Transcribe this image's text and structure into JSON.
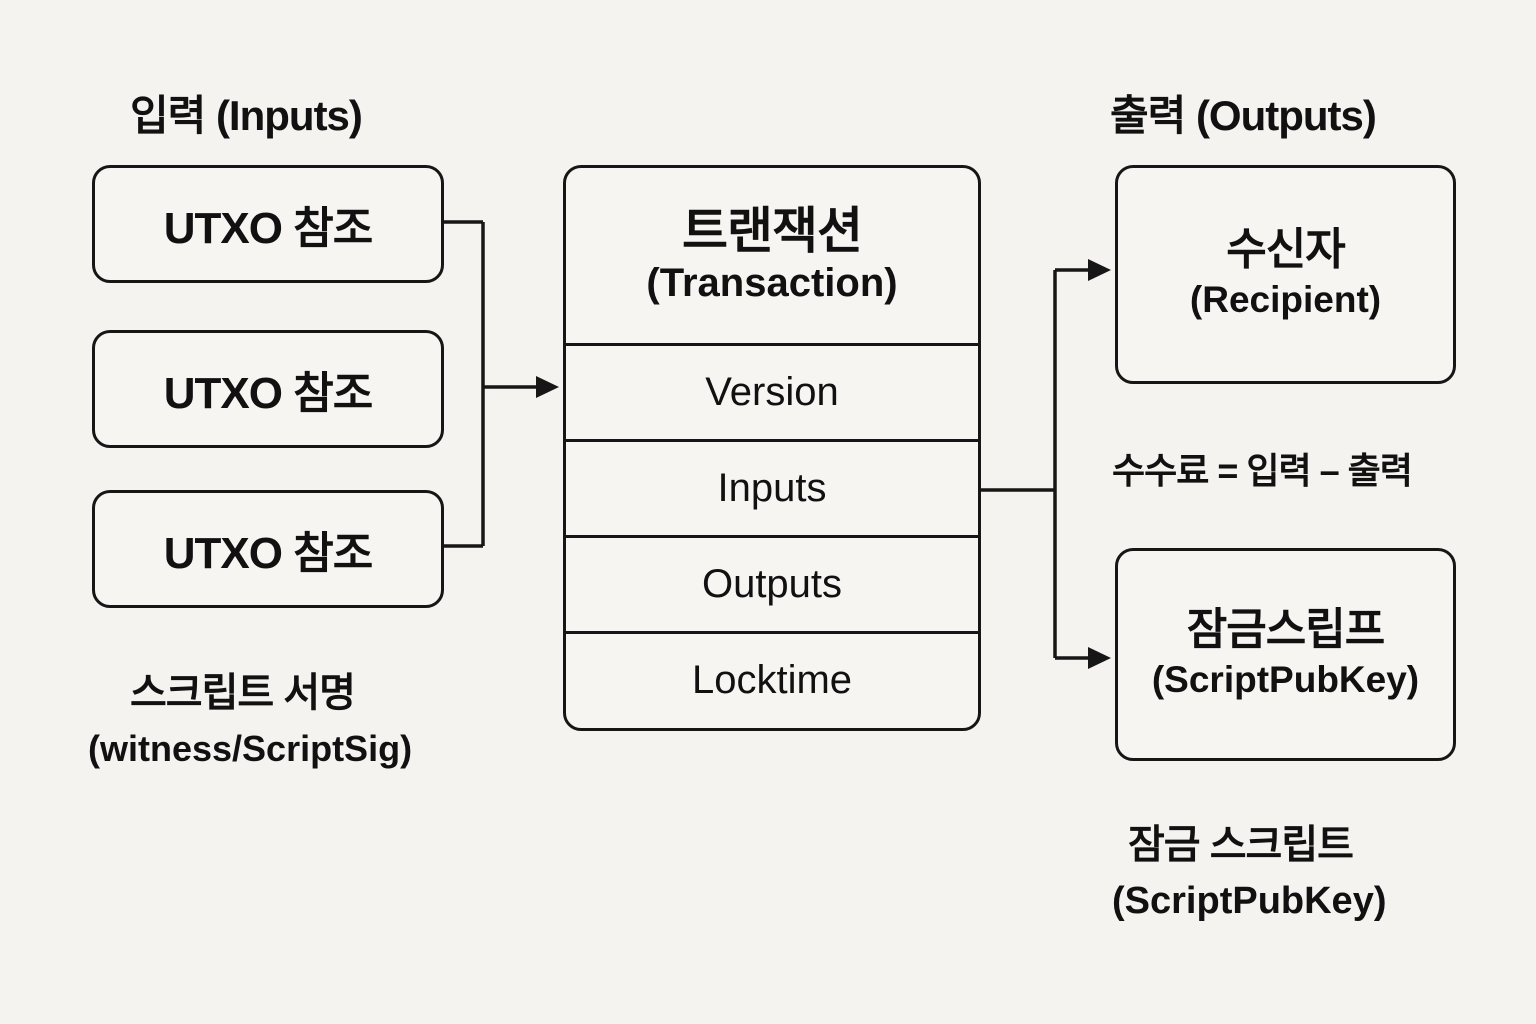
{
  "headings": {
    "inputs": "입력 (Inputs)",
    "outputs": "출력 (Outputs)"
  },
  "input_boxes": [
    {
      "label": "UTXO 참조"
    },
    {
      "label": "UTXO 참조"
    },
    {
      "label": "UTXO 참조"
    }
  ],
  "input_caption": {
    "line1": "스크립트 서명",
    "line2": "(witness/ScriptSig)"
  },
  "transaction_box": {
    "title_ko": "트랜잭션",
    "title_en": "(Transaction)",
    "rows": [
      "Version",
      "Inputs",
      "Outputs",
      "Locktime"
    ]
  },
  "fee_note": "수수료 = 입력 – 출력",
  "recipient_box": {
    "line1": "수신자",
    "line2": "(Recipient)"
  },
  "lock_box": {
    "line1": "잠금스립프",
    "line2": "(ScriptPubKey)"
  },
  "output_caption": {
    "line1": "잠금 스크립트",
    "line2": "(ScriptPubKey)"
  },
  "colors": {
    "background": "#f4f3f0",
    "line": "#161616",
    "text": "#111111"
  }
}
